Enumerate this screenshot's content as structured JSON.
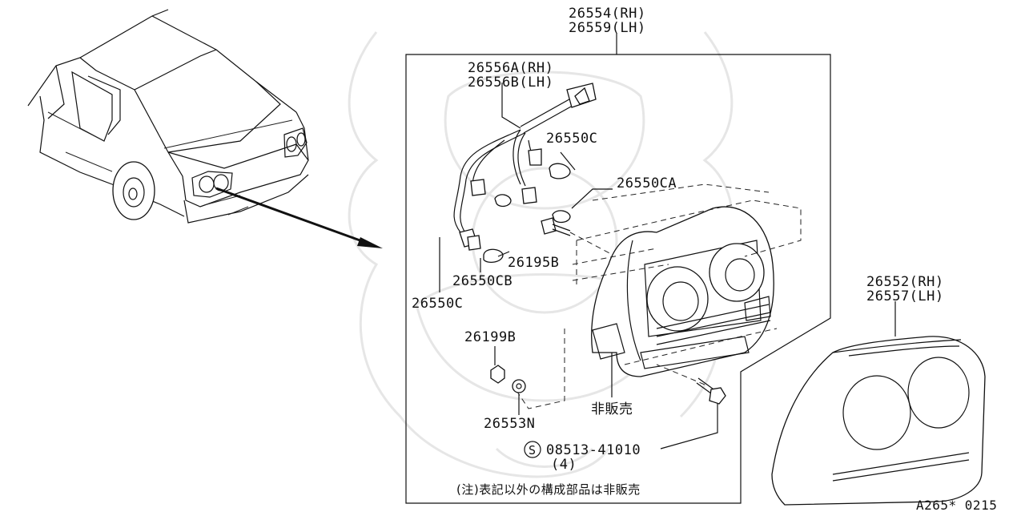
{
  "diagram": {
    "assembly_label_rh": "26554(RH)",
    "assembly_label_lh": "26559(LH)",
    "harness_label_rh": "26556A(RH)",
    "harness_label_lh": "26556B(LH)",
    "socket_upper": "26550C",
    "socket_ca": "26550CA",
    "screw_label": "26195B",
    "socket_cb": "26550CB",
    "socket_lower": "26550C",
    "nut_label": "26199B",
    "washer_label": "26553N",
    "not_sold_label": "非販売",
    "bolt_symbol": "S",
    "bolt_number": "08513-41010",
    "bolt_qty": "(4)",
    "note": "(注)表記以外の構成部品は非販売",
    "lens_label_rh": "26552(RH)",
    "lens_label_lh": "26557(LH)",
    "diagram_code": "A265* 0215"
  },
  "colors": {
    "line": "#111111",
    "background": "#ffffff",
    "watermark": "#e6e6e6"
  }
}
